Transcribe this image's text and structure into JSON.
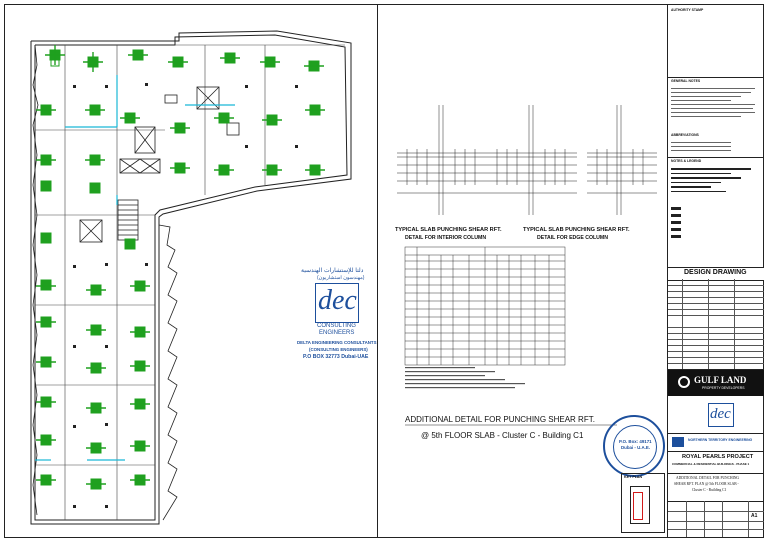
{
  "plan": {
    "company_arabic_name": "دلتا للإستشارات الهندسية",
    "company_arabic_sub": "(مهندسون استشاريون)",
    "stamp_logo": "dec",
    "stamp_line1": "CONSULTING",
    "stamp_line2": "ENGINEERS",
    "stamp_line3": "DELTA ENGINEERING CONSULTANTS",
    "stamp_line4": "(CONSULTING ENGINEERS)",
    "stamp_line5": "P.O BOX 32773 Dubai-UAE"
  },
  "details": {
    "detail1_title": "TYPICAL SLAB PUNCHING SHEAR RFT.",
    "detail1_sub": "DETAIL FOR INTERIOR COLUMN",
    "detail2_title": "TYPICAL SLAB PUNCHING SHEAR RFT.",
    "detail2_sub": "DETAIL FOR EDGE COLUMN",
    "sheet_title_line1": "ADDITIONAL DETAIL FOR PUNCHING SHEAR RFT.",
    "sheet_title_line2": "@ 5th FLOOR SLAB - Cluster C - Building C1",
    "round_stamp_text1": "P.O. Box: 49171",
    "round_stamp_text2": "Dubai - U.A.E."
  },
  "titleblock": {
    "authority": "AUTHORITY STAMP",
    "general_notes": "GENERAL NOTES",
    "abbreviations": "ABBREVIATIONS",
    "notes_legend": "NOTES & LEGEND",
    "design_drawing": "DESIGN DRAWING",
    "client": "GULF LAND",
    "client_sub": "PROPERTY DEVELOPERS",
    "contractor": "NORTHERN TERRITORY ENGINEERING",
    "project_title": "ROYAL PEARLS PROJECT",
    "project_sub": "COMMERCIAL & RESIDENTIAL BUILDINGS - PHASE 1",
    "drawing_title1": "ADDITIONAL DETAIL FOR PUNCHING",
    "drawing_title2": "SHEAR RFT. PLAN @ 5th FLOOR SLAB -",
    "drawing_title3": "Cluster C - Building C1",
    "key_plan": "KEY PLAN",
    "sheet_size": "A1"
  },
  "colors": {
    "green": "#1fa01f",
    "cyan": "#19b8d6",
    "blue": "#1d4f9c",
    "red": "#d11a1a"
  }
}
